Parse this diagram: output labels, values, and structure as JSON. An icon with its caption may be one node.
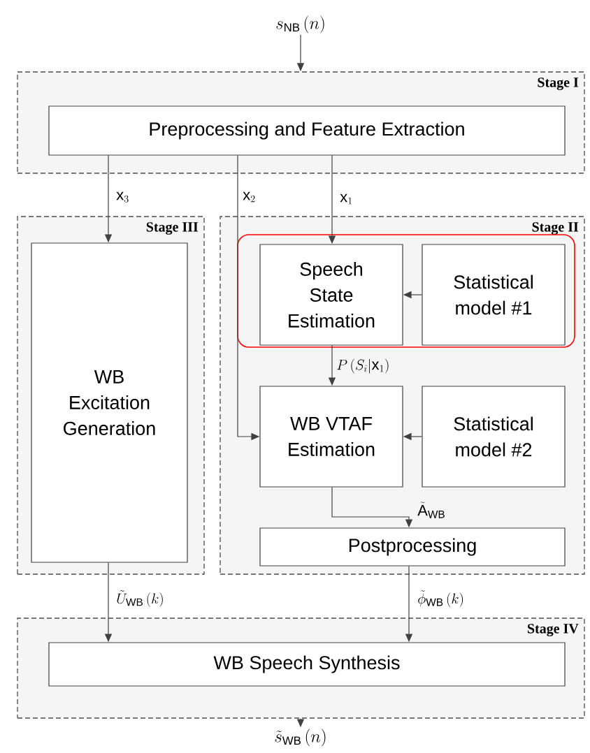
{
  "diagram": {
    "nodes": [
      {
        "text": [
          "Stage I"
        ]
      },
      {
        "text": [
          "Preprocessing and Feature Extraction"
        ],
        "in": 0
      },
      {
        "text": [
          "Stage III"
        ]
      },
      {
        "text": [
          "WB Excitation Generation"
        ],
        "in": 2
      },
      {
        "text": [
          "Stage II"
        ]
      },
      {
        "text": [],
        "shape": "box",
        "in": 4
      },
      {
        "text": [
          "Speech State Estimation"
        ],
        "in": 5
      },
      {
        "text": [
          "Statistical model #1"
        ],
        "in": 5
      },
      {
        "text": [
          "WB VTAF Estimation"
        ],
        "in": 4
      },
      {
        "text": [
          "Statistical model #2"
        ],
        "in": 4
      },
      {
        "text": [
          "Postprocessing"
        ],
        "in": 4
      },
      {
        "text": [
          "Stage IV"
        ]
      },
      {
        "text": [
          "WB Speech Synthesis"
        ],
        "in": 11
      },
      {
        "text": [
          "s_{\\mathrm{NB}}\\left(n\\right)"
        ]
      },
      {
        "text": [
          "\\tilde{s}_{\\mathrm{WB}}\\left(n\\right)"
        ]
      }
    ],
    "edges": [
      {
        "from": 13,
        "to": 0,
        "arrow": "to"
      },
      {
        "from": 1,
        "to": 3,
        "arrow": "to",
        "label": "\\mathrm{x}_{3}"
      },
      {
        "from": 1,
        "to": 8,
        "arrow": "to",
        "label": "\\mathrm{x}_{2}"
      },
      {
        "from": 1,
        "to": 6,
        "arrow": "to",
        "label": "\\mathrm{x}_{1}"
      },
      {
        "from": 7,
        "to": 6,
        "arrow": "to"
      },
      {
        "from": 6,
        "to": 8,
        "arrow": "to",
        "label": "P\\left(S_{i}\\middle|\\mathrm{x}_{1}\\right)"
      },
      {
        "from": 9,
        "to": 8,
        "arrow": "to"
      },
      {
        "from": 8,
        "to": 10,
        "arrow": "to",
        "label": "\\tilde{\\mathrm{A}}_{\\mathrm{WB}}"
      },
      {
        "from": 3,
        "to": 12,
        "arrow": "to",
        "label": "\\tilde{U}_{\\mathrm{WB}}\\left(k\\right)"
      },
      {
        "from": 10,
        "to": 12,
        "arrow": "to",
        "label": "\\tilde{\\phi}_{\\mathrm{WB}}\\left(k\\right)"
      },
      {
        "from": 11,
        "to": 14,
        "arrow": "to"
      }
    ]
  }
}
